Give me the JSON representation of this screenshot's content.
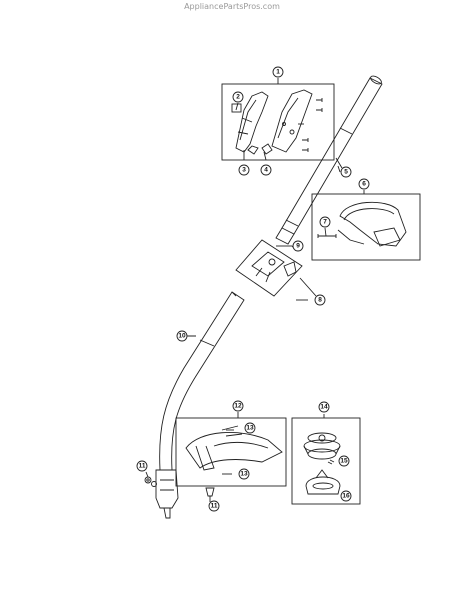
{
  "watermark": "AppliancePartsPros.com",
  "callouts": {
    "c1": "1",
    "c2": "2",
    "c3": "3",
    "c4": "4",
    "c5": "5",
    "c6": "6",
    "c7": "7",
    "c8": "8",
    "c9": "9",
    "c10": "10",
    "c11a": "11",
    "c11b": "11",
    "c12": "12",
    "c13a": "13",
    "c13b": "13",
    "c14": "14",
    "c15": "15",
    "c16": "16"
  }
}
